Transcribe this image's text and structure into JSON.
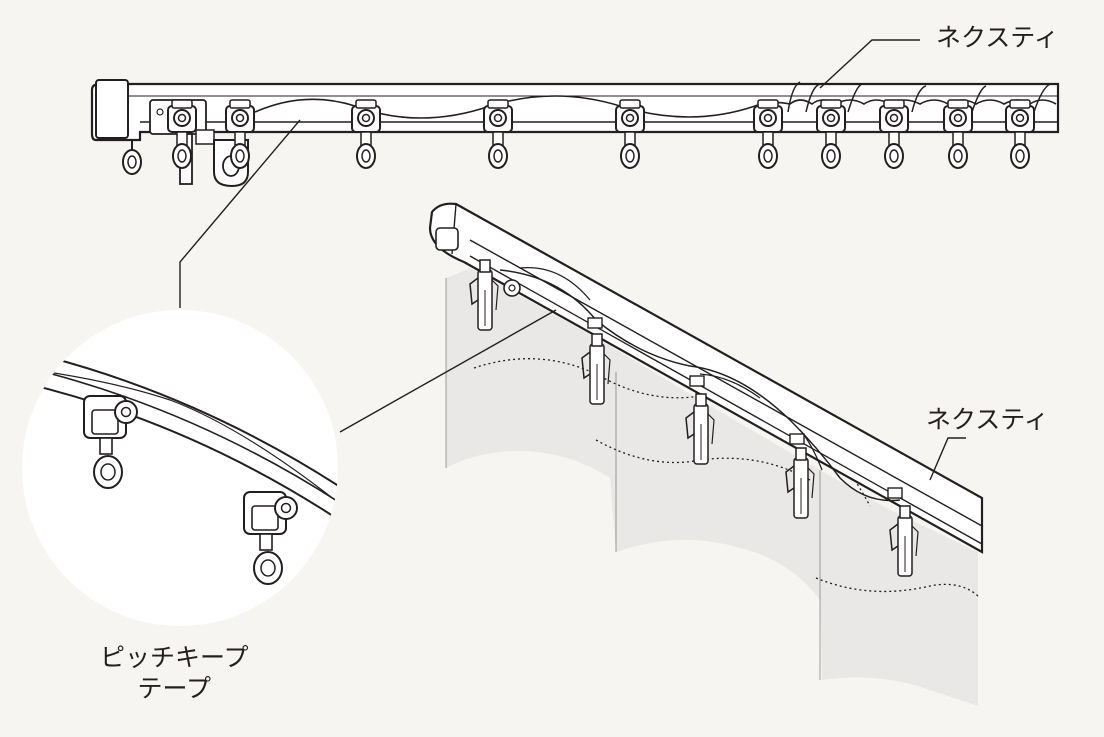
{
  "labels": {
    "top_callout": "ネクスティ",
    "rail_callout": "ネクスティ",
    "tape_line1": "ピッチキープ",
    "tape_line2": "テープ"
  },
  "colors": {
    "background": "#f7f5f1",
    "line": "#231f20",
    "curtain_fill": "#e9e8e6",
    "circle_fill": "#ffffff"
  },
  "icons": {
    "runner": "curtain-runner-icon",
    "ring": "curtain-ring-icon",
    "hook": "curtain-hook-icon"
  }
}
